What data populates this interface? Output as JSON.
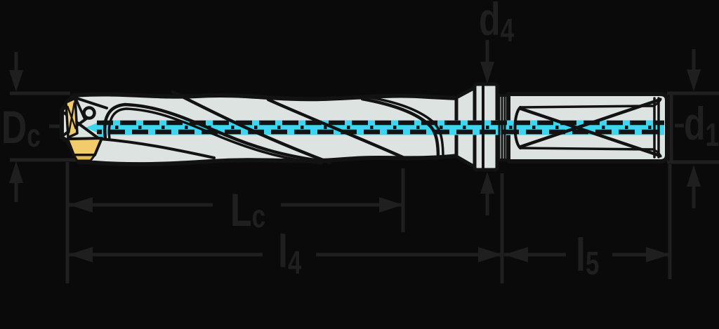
{
  "labels": {
    "dc": {
      "main": "D",
      "sub": "c"
    },
    "d4": {
      "main": "d",
      "sub": "4"
    },
    "d1": {
      "main": "d",
      "sub": "1"
    },
    "lc": {
      "main": "L",
      "sub": "c"
    },
    "l4": {
      "main": "l",
      "sub": "4"
    },
    "l5": {
      "main": "l",
      "sub": "5"
    }
  },
  "colors": {
    "background": "#0a0a0a",
    "body_fill": "#dce3e1",
    "outline": "#121212",
    "insert_yellow": "#f2cb6b",
    "insert_yellow_dark": "#e6ba55",
    "coolant_cyan": "#3ed5f0",
    "dimension_color": "#1f1f1f"
  }
}
